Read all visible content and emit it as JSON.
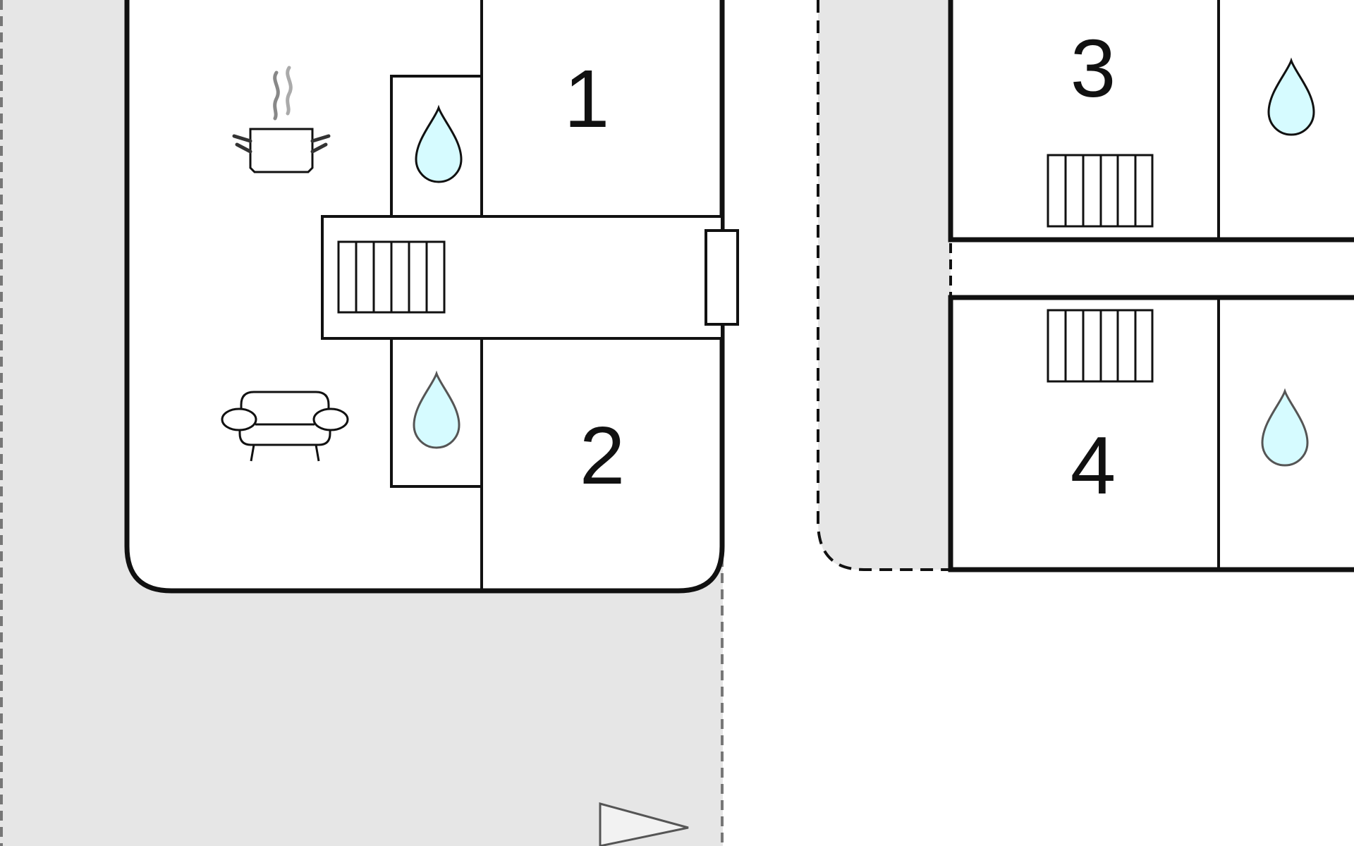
{
  "floorplan": {
    "rooms": [
      {
        "id": "room-1",
        "label": "1"
      },
      {
        "id": "room-2",
        "label": "2"
      },
      {
        "id": "room-3",
        "label": "3"
      },
      {
        "id": "room-4",
        "label": "4"
      }
    ],
    "icons": [
      "kitchen-pot-icon",
      "sofa-icon",
      "water-drop-icon",
      "stairs-icon",
      "north-arrow-icon"
    ]
  },
  "colors": {
    "outdoor": "#e6e6e6",
    "wall": "#111111",
    "water": "#d6fbff",
    "dashed": "#777777",
    "arrow": "#f2f2f2"
  }
}
